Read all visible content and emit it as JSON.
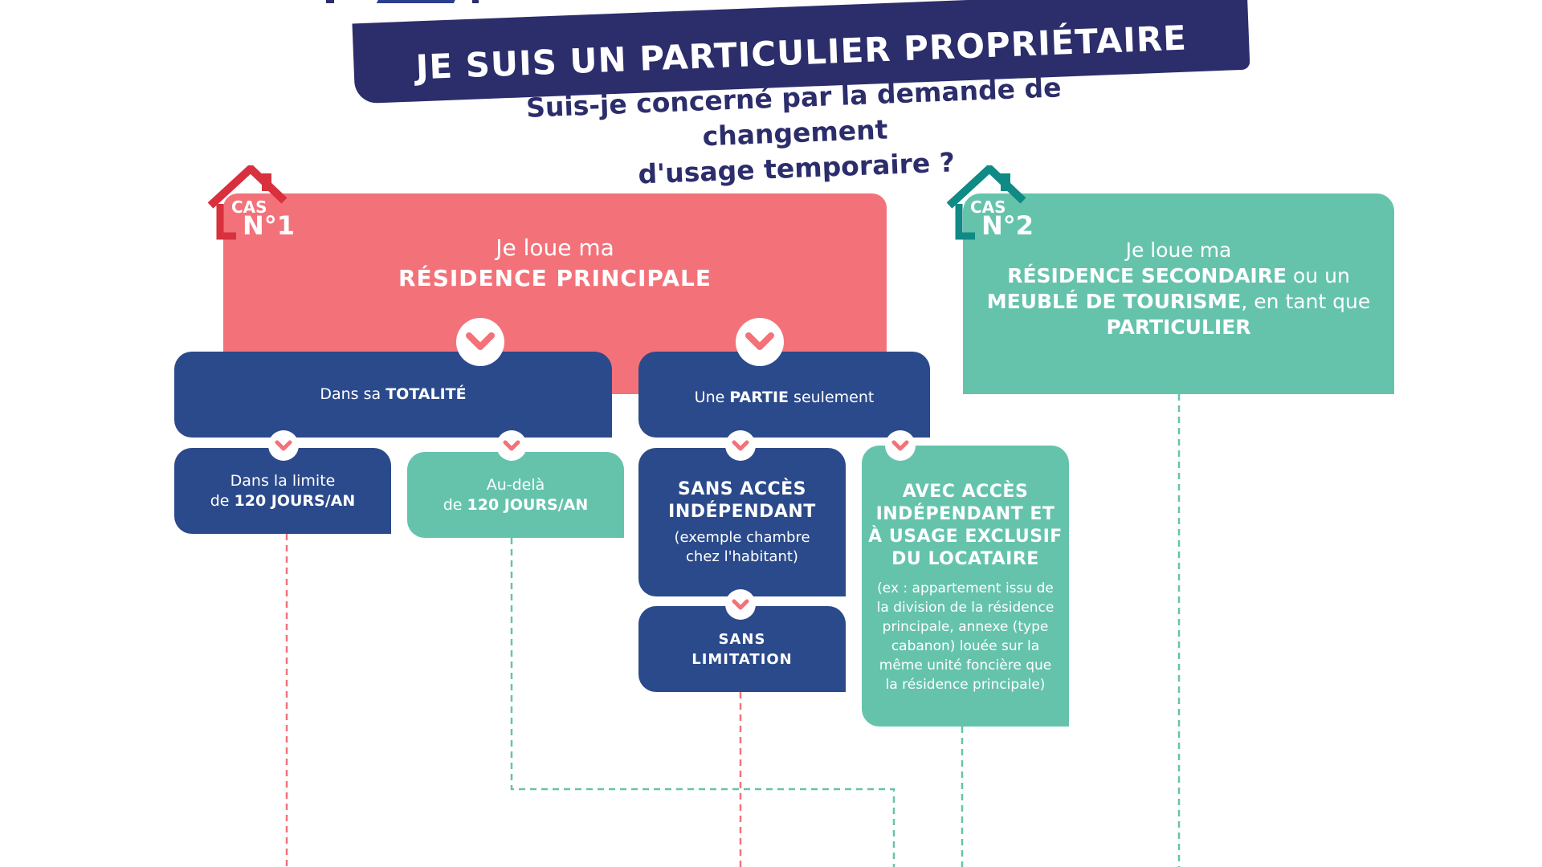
{
  "header": {
    "title": "JE SUIS UN PARTICULIER PROPRIÉTAIRE",
    "subtitle_line1": "Suis-je concerné par la demande de changement",
    "subtitle_line2": "d'usage temporaire ?"
  },
  "case1": {
    "badge_cas": "CAS",
    "badge_num": "N°1",
    "intro": "Je loue ma",
    "strong": "RÉSIDENCE PRINCIPALE"
  },
  "case2": {
    "badge_cas": "CAS",
    "badge_num": "N°2",
    "intro": "Je loue ma",
    "strong1": "RÉSIDENCE SECONDAIRE",
    "mid1": " ou un",
    "strong2": "MEUBLÉ DE TOURISME",
    "mid2": ", en tant que",
    "strong3": "PARTICULIER"
  },
  "totalite": {
    "prefix": "Dans sa ",
    "strong": "TOTALITÉ"
  },
  "partie": {
    "prefix": "Une ",
    "strong": "PARTIE",
    "suffix": " seulement"
  },
  "limite": {
    "line1": "Dans la limite",
    "prefix2": "de ",
    "strong": "120 JOURS/AN"
  },
  "audela": {
    "line1": "Au-delà",
    "prefix2": "de ",
    "strong": "120 JOURS/AN"
  },
  "sans_acces": {
    "heading_l1": "SANS ACCÈS",
    "heading_l2": "INDÉPENDANT",
    "note_l1": "(exemple chambre",
    "note_l2": "chez l'habitant)"
  },
  "sans_limitation": {
    "l1": "SANS",
    "l2": "LIMITATION"
  },
  "avec_acces": {
    "heading_l1": "AVEC ACCÈS",
    "heading_l2": "INDÉPENDANT ET",
    "heading_l3": "À USAGE EXCLUSIF",
    "heading_l4": "DU LOCATAIRE",
    "note_l1": "(ex : appartement issu de",
    "note_l2": "la division de la résidence",
    "note_l3": "principale, annexe (type",
    "note_l4": "cabanon) louée sur la",
    "note_l5": "même unité foncière que",
    "note_l6": "la résidence principale)"
  },
  "colors": {
    "navy": "#2b4a8b",
    "banner": "#2c2d6b",
    "pink": "#f3727a",
    "teal": "#65c3ac",
    "house_red": "#d8303d",
    "house_teal": "#0f8a84"
  }
}
